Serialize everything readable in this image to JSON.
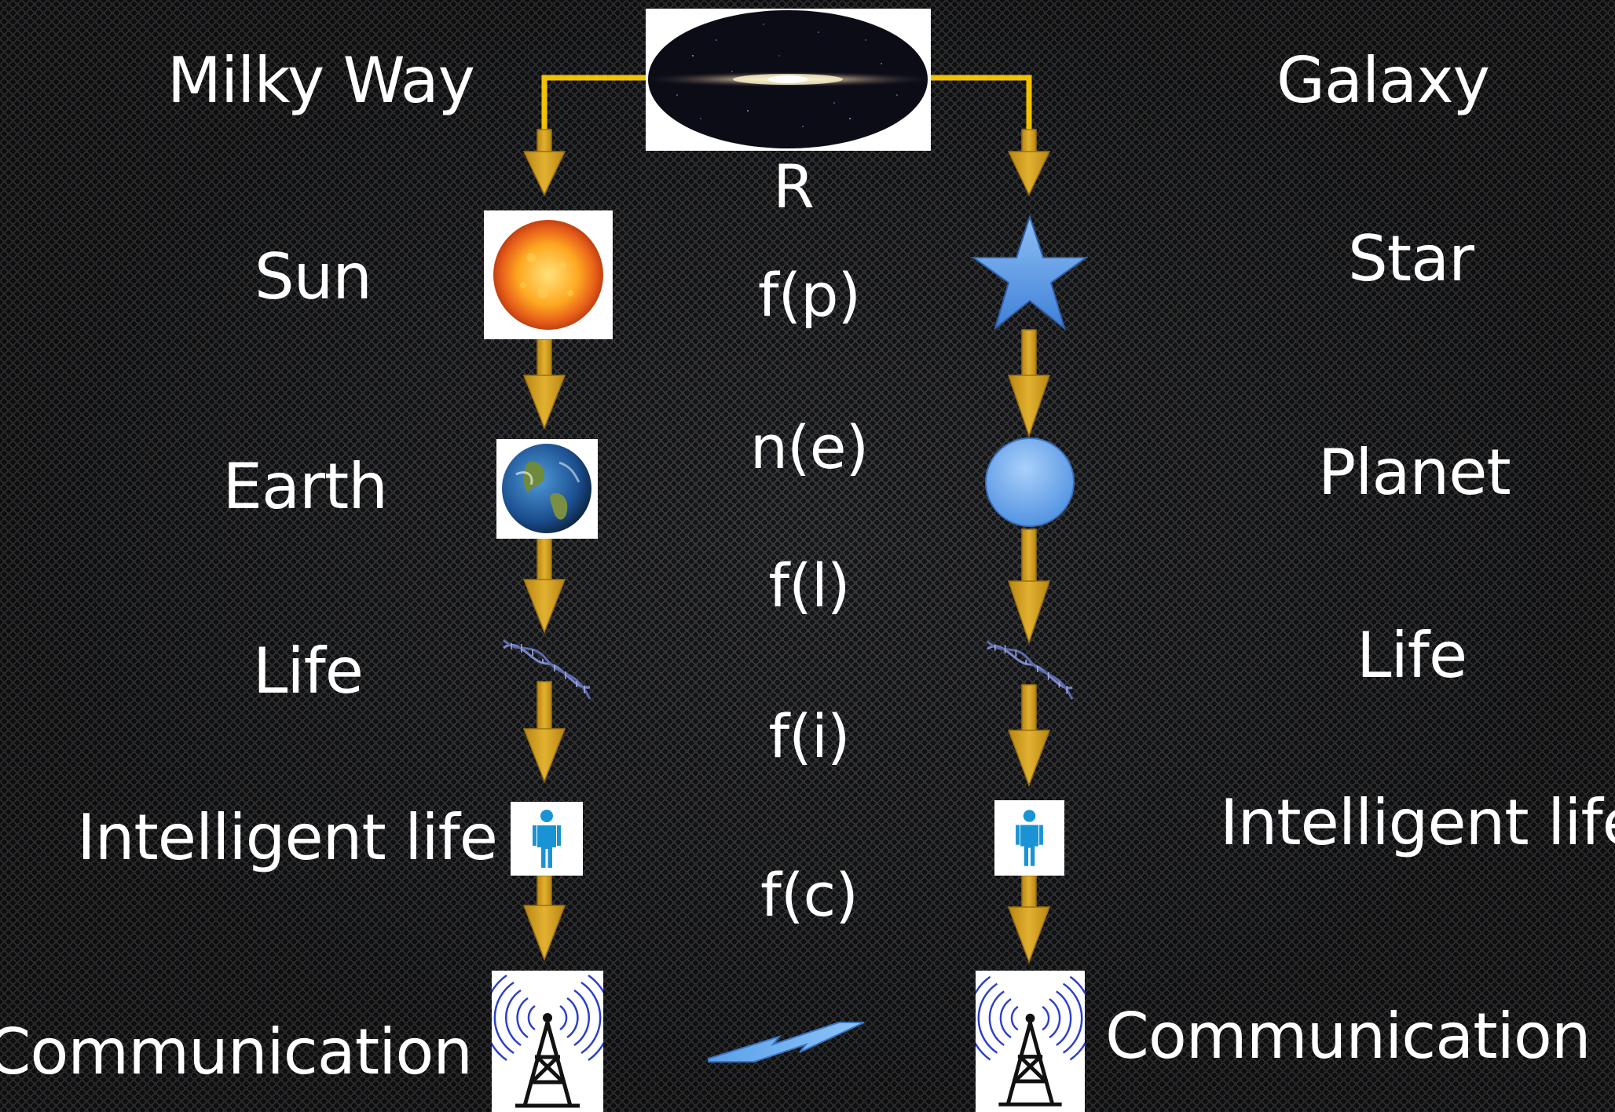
{
  "left_column": {
    "milky_way": "Milky Way",
    "sun": "Sun",
    "earth": "Earth",
    "life": "Life",
    "intelligent_life": "Intelligent life",
    "communication": "Communication"
  },
  "right_column": {
    "galaxy": "Galaxy",
    "star": "Star",
    "planet": "Planet",
    "life": "Life",
    "intelligent_life": "Intelligent life",
    "communication": "Communication"
  },
  "factors": {
    "r": "R",
    "fp": "f(p)",
    "ne": "n(e)",
    "fl": "f(l)",
    "fi": "f(i)",
    "fc": "f(c)"
  },
  "icons": {
    "galaxy": "galaxy-image",
    "sun": "sun-image",
    "earth": "earth-image",
    "dna": "dna-helix-icon",
    "person": "person-icon",
    "antenna": "radio-tower-icon",
    "star": "star-icon",
    "planet": "circle-icon",
    "signal": "lightning-bolt-icon"
  },
  "colors": {
    "background": "#1e1f21",
    "text": "#ffffff",
    "arrow": "#d4a020",
    "connector": "#f2c200",
    "shape_blue": "#5b9be0",
    "person_blue": "#1a93d4"
  }
}
